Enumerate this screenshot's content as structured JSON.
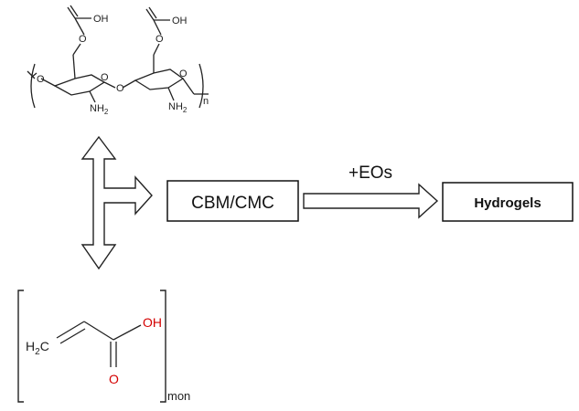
{
  "cmc_structure": {
    "carboxyl_left": "OH",
    "carboxyl_right": "OH",
    "ether_o_left": "O",
    "ether_o_right": "O",
    "ring_o_left": "O",
    "ring_o_right": "O",
    "glycosidic_o": "O",
    "chain_o": "O",
    "amine_left": "NH",
    "amine_right": "NH",
    "amine_subscript": "2",
    "repeat_n": "n"
  },
  "acrylic_structure": {
    "h2c": "H",
    "h2c_sub": "2",
    "h2c_c": "C",
    "oh": "OH",
    "carbonyl_o": "O",
    "repeat_label": "mon"
  },
  "flow": {
    "box1_label": "CBM/CMC",
    "arrow_label": "+EOs",
    "box2_label": "Hydrogels"
  },
  "colors": {
    "heteroatom": "#d40000",
    "bond": "#222222",
    "box_border": "#111111"
  }
}
